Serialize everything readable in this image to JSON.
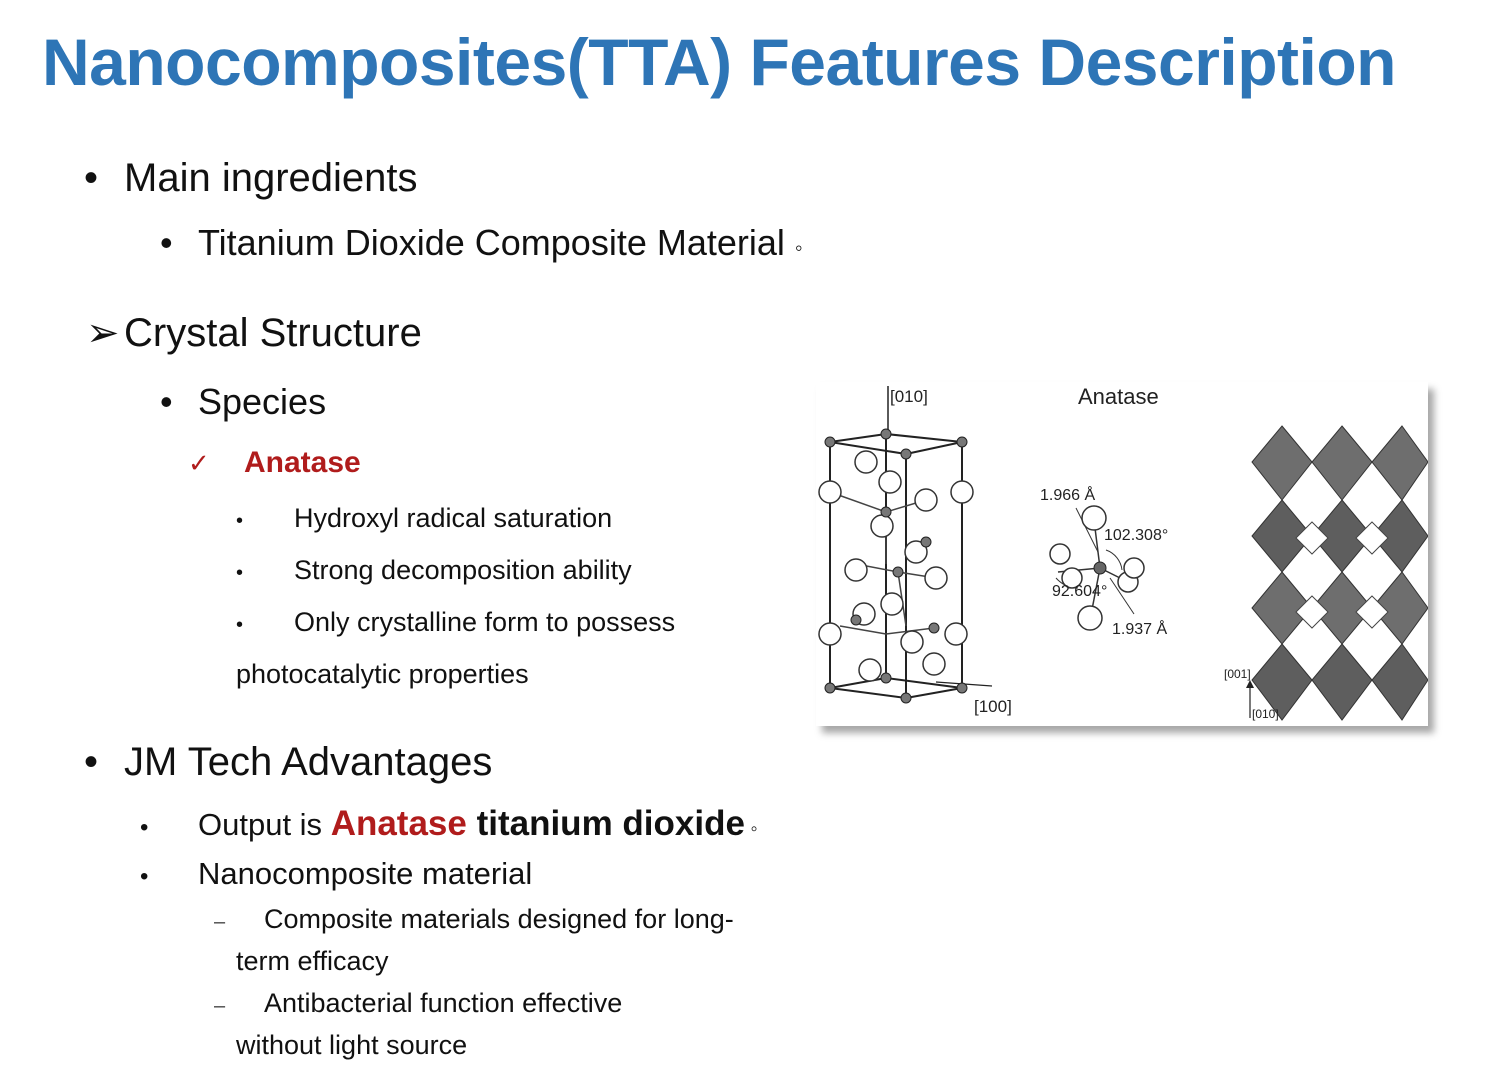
{
  "title": "Nanocomposites(TTA) Features Description",
  "bullets": {
    "dot": "•",
    "arrow": "➢",
    "check": "✓",
    "dash": "–"
  },
  "main_ingredients": {
    "heading": "Main ingredients",
    "item": "Titanium Dioxide Composite Material",
    "item_end": "◦"
  },
  "crystal_structure": {
    "heading": "Crystal Structure",
    "species_label": "Species",
    "anatase_label": "Anatase",
    "properties": [
      "Hydroxyl radical saturation",
      "Strong decomposition ability",
      "Only crystalline form to possess"
    ],
    "properties_continuation": "photocatalytic properties"
  },
  "advantages": {
    "heading": "JM Tech Advantages",
    "output_prefix": "Output is ",
    "output_highlight": "Anatase",
    "output_bold": " titanium dioxide",
    "output_end": " ◦",
    "nanocomposite_label": "Nanocomposite material",
    "sub_items": [
      {
        "line1": "Composite materials designed for long-",
        "line2": "term efficacy"
      },
      {
        "line1": "Antibacterial function effective",
        "line2": "without light source"
      }
    ]
  },
  "figure": {
    "title": "Anatase",
    "axis_010": "[010]",
    "axis_100": "[100]",
    "axis_001_small": "[001]",
    "axis_010_small": "[010]",
    "bond_1": "1.966 Å",
    "bond_2": "1.937 Å",
    "angle_1": "102.308°",
    "angle_2": "92.604°"
  }
}
